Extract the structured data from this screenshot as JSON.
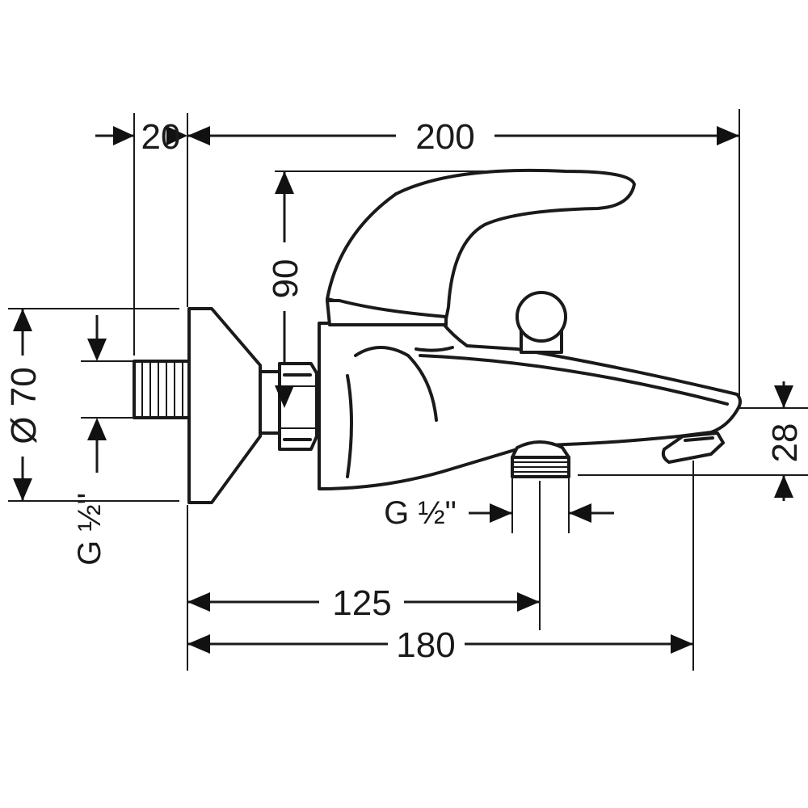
{
  "dimensions": {
    "wall_offset": "20",
    "total_length": "200",
    "lever_height": "90",
    "flange_diameter": "Ø 70",
    "spout_height": "28",
    "outlet_distance": "125",
    "spout_reach": "180"
  },
  "threads": {
    "inlet": "G ½\"",
    "outlet": "G ½\""
  }
}
